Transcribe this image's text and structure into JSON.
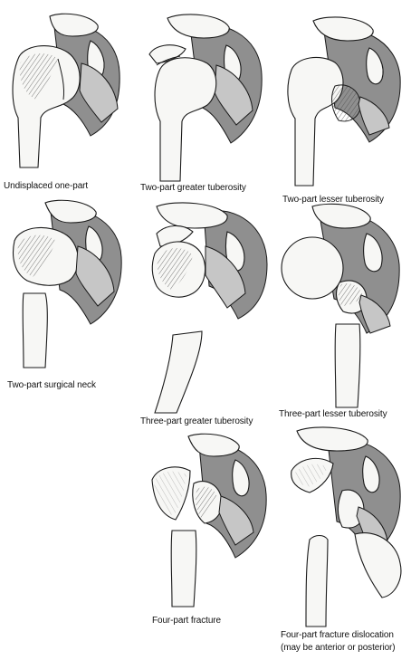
{
  "captions": {
    "undisplaced_one_part": "Undisplaced one-part",
    "two_part_greater_tuberosity": "Two-part greater tuberosity",
    "two_part_lesser_tuberosity": "Two-part lesser tuberosity",
    "two_part_surgical_neck": "Two-part surgical neck",
    "three_part_greater_tuberosity": "Three-part greater tuberosity",
    "three_part_lesser_tuberosity": "Three-part lesser tuberosity",
    "four_part_fracture": "Four-part fracture",
    "four_part_fracture_dislocation_line1": "Four-part fracture dislocation",
    "four_part_fracture_dislocation_line2": "(may be anterior or posterior)"
  }
}
